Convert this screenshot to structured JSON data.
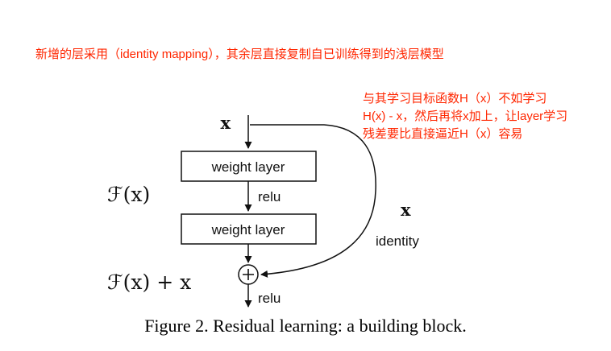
{
  "colors": {
    "annotation_red": "#ff2600",
    "diagram_black": "#111111"
  },
  "annotations": {
    "top_note": "新增的层采用（identity mapping），其余层直接复制自已训练得到的浅层模型",
    "side_note_lines": [
      "与其学习目标函数H（x）不如学习",
      "H(x) - x，然后再将x加上，让layer学习",
      "残差要比直接逼近H（x）容易"
    ]
  },
  "diagram": {
    "input_label": "x",
    "weight_layer_1": "weight layer",
    "relu_1": "relu",
    "weight_layer_2": "weight layer",
    "f_label": "ℱ(x)",
    "identity_x_label": "x",
    "identity_label": "identity",
    "output_label": "ℱ(x) + x",
    "relu_2": "relu"
  },
  "caption": "Figure 2. Residual learning: a building block."
}
